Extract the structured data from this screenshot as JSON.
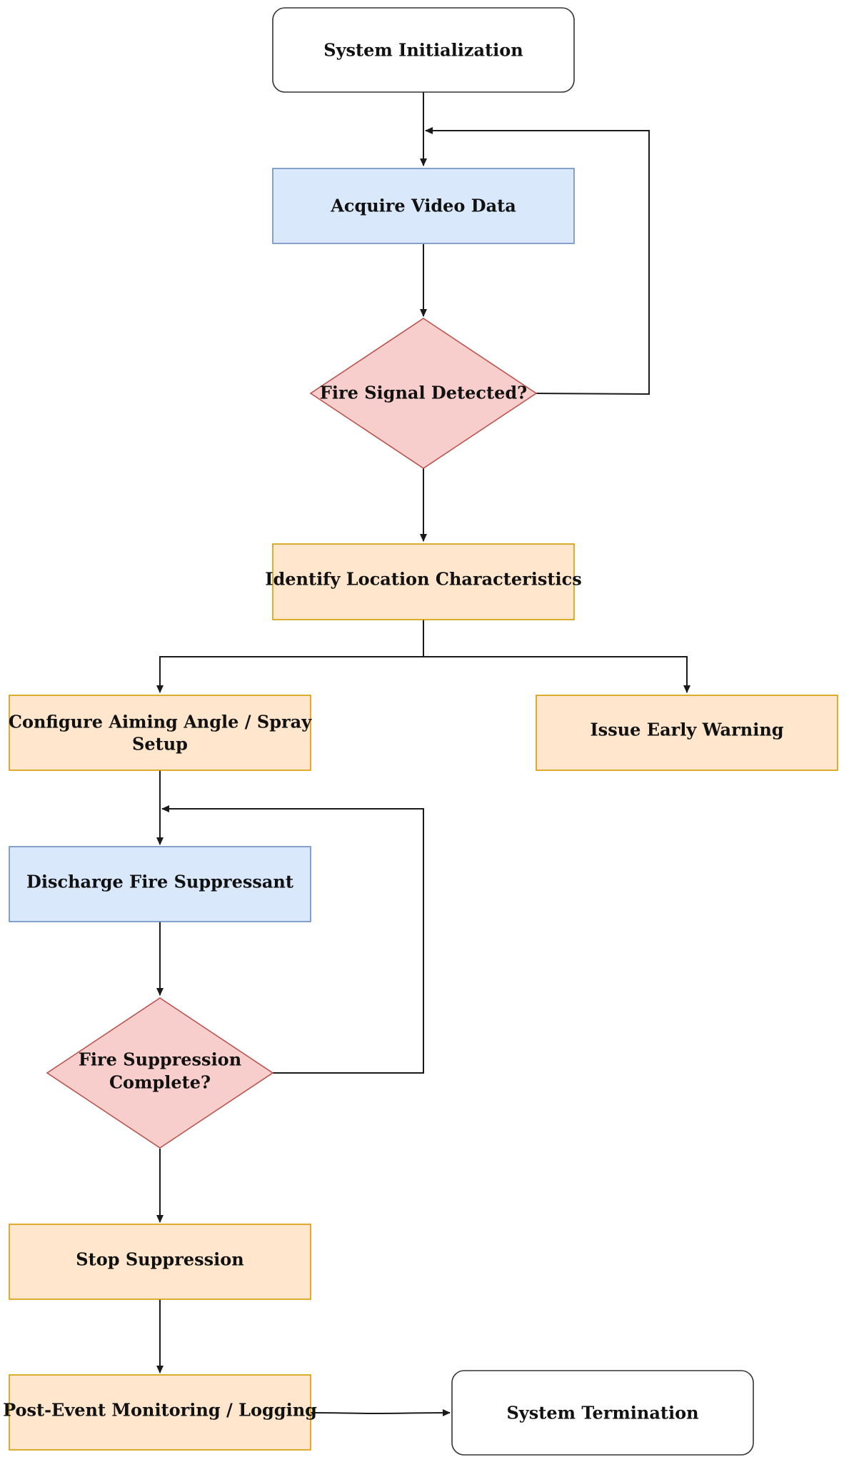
{
  "nodes": {
    "system_initialization": "System Initialization",
    "acquire_video_data": "Acquire Video Data",
    "fire_signal_detected": "Fire Signal Detected?",
    "identify_location": "Identify Location Characteristics",
    "configure_aiming": [
      "Configure Aiming Angle / Spray",
      "Setup"
    ],
    "issue_early_warning": "Issue Early Warning",
    "discharge_suppressant": "Discharge Fire Suppressant",
    "suppression_complete": [
      "Fire Suppression",
      "Complete?"
    ],
    "stop_suppression": "Stop Suppression",
    "post_event_monitoring": "Post-Event Monitoring / Logging",
    "system_termination": "System Termination"
  },
  "colors": {
    "process_blue_fill": "#dae8fc",
    "process_blue_stroke": "#6c8ebf",
    "process_orange_fill": "#ffe6cc",
    "process_orange_stroke": "#d79b00",
    "decision_fill": "#f8cecc",
    "decision_stroke": "#b85450",
    "terminal_fill": "#ffffff",
    "terminal_stroke": "#333333",
    "edge": "#1a1a1a"
  }
}
